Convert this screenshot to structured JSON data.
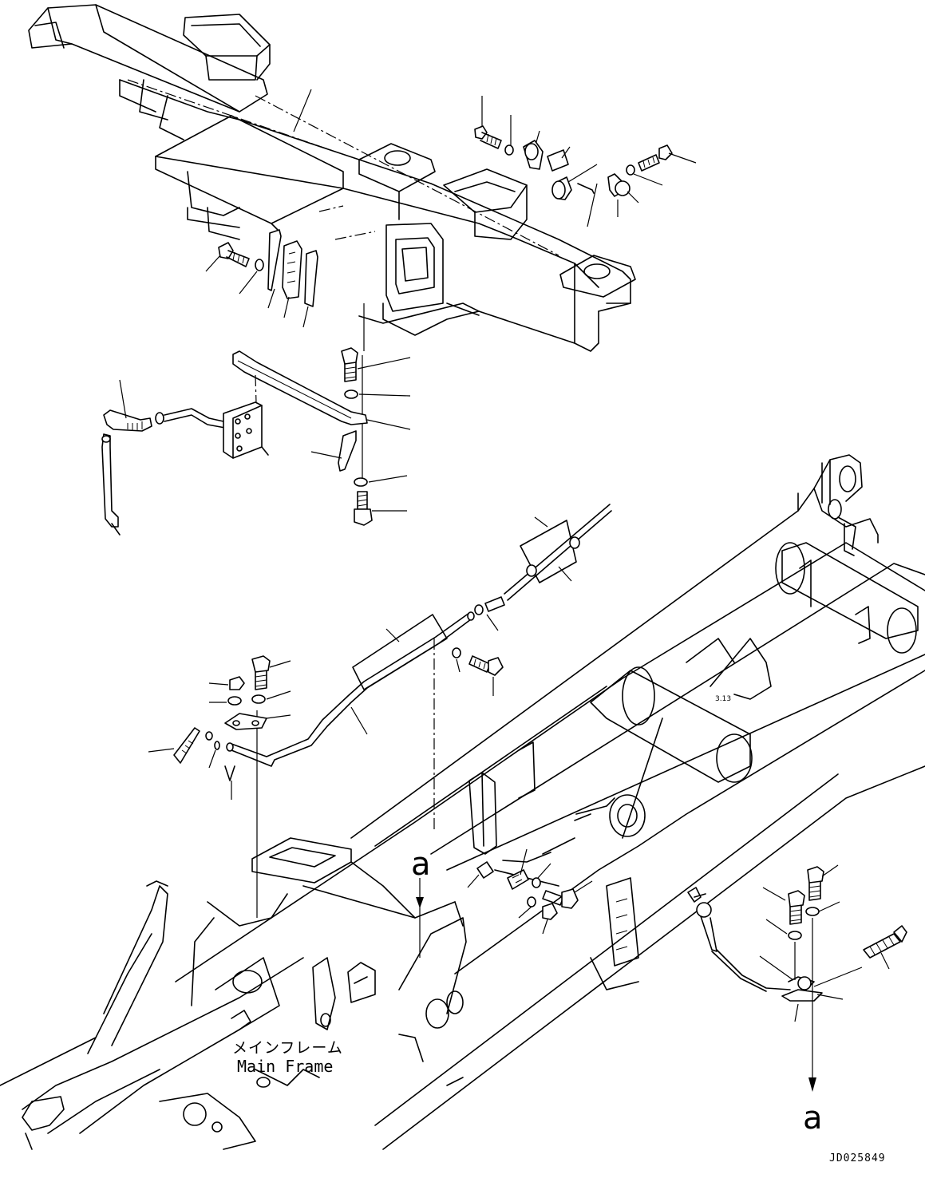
{
  "labels": {
    "main_frame_jp": "メインフレーム",
    "main_frame_en": "Main Frame",
    "view_ref_top": "a",
    "view_ref_bottom": "a",
    "drawing_code": "JD025849"
  },
  "colors": {
    "line": "#000000",
    "background": "#ffffff"
  }
}
